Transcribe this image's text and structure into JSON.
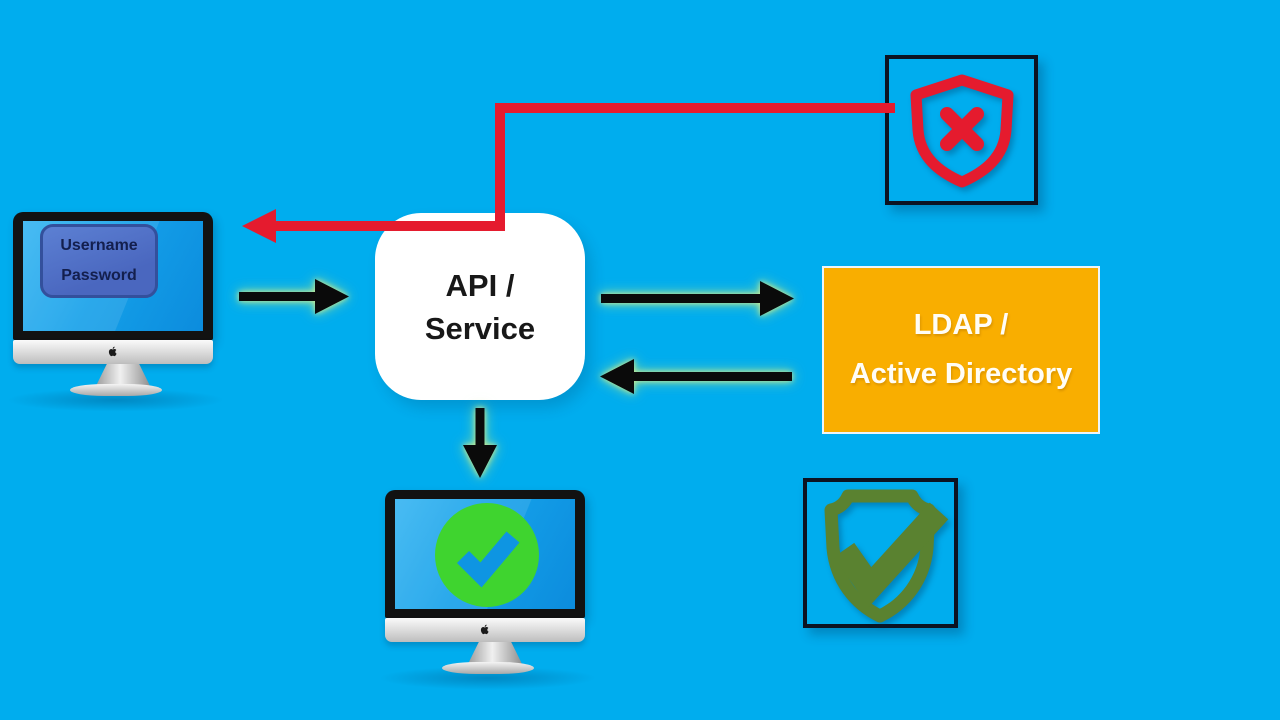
{
  "diagram_title": "authentication-flow-diagram",
  "login_monitor": {
    "line1": "Username",
    "line2": "Password"
  },
  "api_box": {
    "line1": "API /",
    "line2": "Service"
  },
  "ldap_box": {
    "line1": "LDAP /",
    "line2": "Active Directory"
  },
  "icons": {
    "auth_failed": "shield-x-icon",
    "auth_success": "shield-check-icon",
    "login_success": "check-circle-icon",
    "monitor_brand": "apple-logo-icon"
  },
  "colors": {
    "background": "#00ADEE",
    "red": "#E51B2E",
    "orange": "#F9AE00",
    "bright_green": "#3FD42F",
    "olive_green": "#5A8230",
    "credential_panel_blue": "#4A67BF",
    "box_border_black": "#0C1322",
    "arrow_black": "#0A0A0A",
    "arrow_glow_green": "#CDEB8F"
  }
}
